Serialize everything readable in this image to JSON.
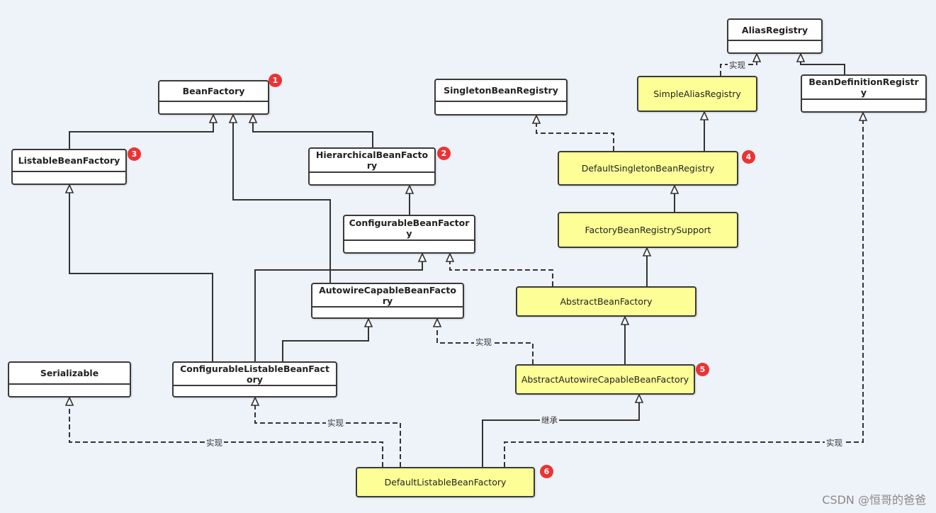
{
  "nodes": [
    {
      "id": "BeanFactory",
      "label": "BeanFactory"
    },
    {
      "id": "ListableBeanFactory",
      "label": "ListableBeanFactory"
    },
    {
      "id": "HierarchicalBeanFactory",
      "label": "HierarchicalBeanFactory"
    },
    {
      "id": "ConfigurableBeanFactory",
      "label": "ConfigurableBeanFactory"
    },
    {
      "id": "AutowireCapableBeanFactory",
      "label": "AutowireCapableBeanFactory"
    },
    {
      "id": "ConfigurableListableBeanFactory",
      "label": "ConfigurableListableBeanFactory"
    },
    {
      "id": "Serializable",
      "label": "Serializable"
    },
    {
      "id": "SingletonBeanRegistry",
      "label": "SingletonBeanRegistry"
    },
    {
      "id": "AliasRegistry",
      "label": "AliasRegistry"
    },
    {
      "id": "SimpleAliasRegistry",
      "label": "SimpleAliasRegistry"
    },
    {
      "id": "BeanDefinitionRegistry",
      "label": "BeanDefinitionRegistry"
    },
    {
      "id": "DefaultSingletonBeanRegistry",
      "label": "DefaultSingletonBeanRegistry"
    },
    {
      "id": "FactoryBeanRegistrySupport",
      "label": "FactoryBeanRegistrySupport"
    },
    {
      "id": "AbstractBeanFactory",
      "label": "AbstractBeanFactory"
    },
    {
      "id": "AbstractAutowireCapableBeanFactory",
      "label": "AbstractAutowireCapableBeanFactory"
    },
    {
      "id": "DefaultListableBeanFactory",
      "label": "DefaultListableBeanFactory"
    }
  ],
  "badges": [
    "1",
    "2",
    "3",
    "4",
    "5",
    "6"
  ],
  "edge_labels": {
    "implements": "实现",
    "extends": "继承"
  },
  "edges": [
    {
      "from": "ListableBeanFactory",
      "to": "BeanFactory",
      "kind": "extends"
    },
    {
      "from": "HierarchicalBeanFactory",
      "to": "BeanFactory",
      "kind": "extends"
    },
    {
      "from": "AutowireCapableBeanFactory",
      "to": "BeanFactory",
      "kind": "extends"
    },
    {
      "from": "ConfigurableBeanFactory",
      "to": "HierarchicalBeanFactory",
      "kind": "extends"
    },
    {
      "from": "ConfigurableListableBeanFactory",
      "to": "ListableBeanFactory",
      "kind": "extends"
    },
    {
      "from": "ConfigurableListableBeanFactory",
      "to": "ConfigurableBeanFactory",
      "kind": "extends"
    },
    {
      "from": "ConfigurableListableBeanFactory",
      "to": "AutowireCapableBeanFactory",
      "kind": "extends"
    },
    {
      "from": "SimpleAliasRegistry",
      "to": "AliasRegistry",
      "kind": "implements"
    },
    {
      "from": "BeanDefinitionRegistry",
      "to": "AliasRegistry",
      "kind": "extends"
    },
    {
      "from": "DefaultSingletonBeanRegistry",
      "to": "SimpleAliasRegistry",
      "kind": "extends"
    },
    {
      "from": "DefaultSingletonBeanRegistry",
      "to": "SingletonBeanRegistry",
      "kind": "implements"
    },
    {
      "from": "FactoryBeanRegistrySupport",
      "to": "DefaultSingletonBeanRegistry",
      "kind": "extends"
    },
    {
      "from": "AbstractBeanFactory",
      "to": "FactoryBeanRegistrySupport",
      "kind": "extends"
    },
    {
      "from": "AbstractBeanFactory",
      "to": "ConfigurableBeanFactory",
      "kind": "implements"
    },
    {
      "from": "AbstractAutowireCapableBeanFactory",
      "to": "AbstractBeanFactory",
      "kind": "extends"
    },
    {
      "from": "AbstractAutowireCapableBeanFactory",
      "to": "AutowireCapableBeanFactory",
      "kind": "implements"
    },
    {
      "from": "DefaultListableBeanFactory",
      "to": "AbstractAutowireCapableBeanFactory",
      "kind": "extends"
    },
    {
      "from": "DefaultListableBeanFactory",
      "to": "ConfigurableListableBeanFactory",
      "kind": "implements"
    },
    {
      "from": "DefaultListableBeanFactory",
      "to": "Serializable",
      "kind": "implements"
    },
    {
      "from": "DefaultListableBeanFactory",
      "to": "BeanDefinitionRegistry",
      "kind": "implements"
    }
  ],
  "watermark": "CSDN @恒哥的爸爸"
}
